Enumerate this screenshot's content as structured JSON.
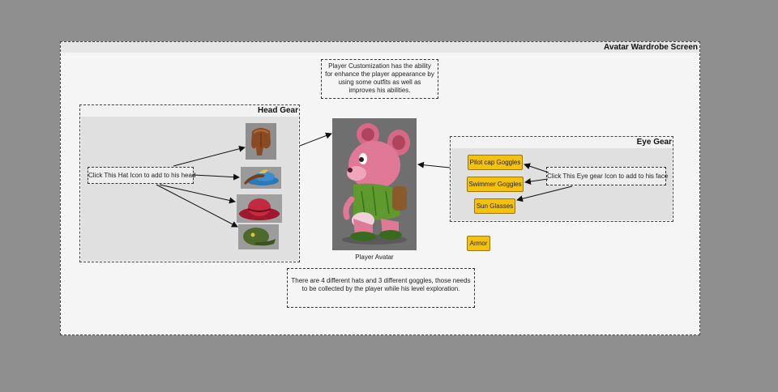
{
  "screen": {
    "title": "Avatar Wardrobe Screen"
  },
  "intro_note": "Player Customization has the ability for enhance the player appearance by using some outfits as well as improves his abilities.",
  "bottom_note": "There are 4 different hats and 3 different goggles, those needs to be collected by the player while his level exploration.",
  "head_gear": {
    "title": "Head Gear",
    "callout": "Click This Hat Icon to add to his head",
    "items": [
      "brown-leather-cap-icon",
      "blue-feather-hat-icon",
      "red-round-hat-icon",
      "green-army-cap-icon"
    ]
  },
  "eye_gear": {
    "title": "Eye Gear",
    "callout": "Click This Eye gear Icon to add to his face",
    "buttons": [
      "Pilot cap Goggles",
      "Swimmer Goggles",
      "Sun Glasses"
    ]
  },
  "armor_button": "Armor",
  "avatar": {
    "caption": "Player Avatar"
  },
  "colors": {
    "background": "#8f8f8f",
    "button_fill": "#f4c20d",
    "screen_fill": "#f5f5f5",
    "panel_fill": "#e0e0e0"
  }
}
